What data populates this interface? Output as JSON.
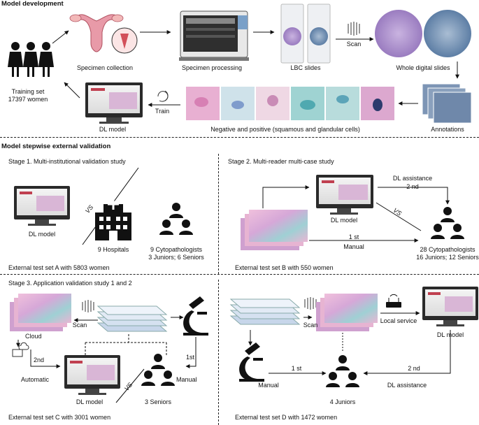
{
  "sections": {
    "model_development": "Model development",
    "stepwise_validation": "Model stepwise external validation"
  },
  "dev": {
    "training_set": "Training set",
    "training_count": "17397 women",
    "specimen_collection": "Specimen collection",
    "specimen_processing": "Specimen processing",
    "lbc_slides": "LBC slides",
    "scan": "Scan",
    "whole_slides": "Whole digital slides",
    "annotations": "Annotations",
    "cells_caption": "Negative and positive (squamous and glandular cells)",
    "train": "Train",
    "dl_model": "DL model"
  },
  "stage1": {
    "title": "Stage 1. Multi-institutional validation study",
    "dl_model": "DL model",
    "vs": "VS",
    "hospitals": "9 Hospitals",
    "cytopathologists": "9 Cytopathologists",
    "breakdown": "3 Juniors; 6 Seniors",
    "test_set": "External test set A with 5803 women"
  },
  "stage2": {
    "title": "Stage 2. Multi-reader multi-case study",
    "dl_model": "DL model",
    "dl_assistance": "DL assistance",
    "second": "2 nd",
    "vs": "VS",
    "first": "1 st",
    "manual": "Manual",
    "cytopathologists": "28 Cytopathologists",
    "breakdown": "16 Juniors; 12 Seniors",
    "test_set": "External test set B with 550 women"
  },
  "stage3": {
    "title": "Stage 3. Application validation study 1 and 2",
    "c": {
      "scan": "Scan",
      "cloud": "Cloud",
      "second": "2nd",
      "automatic": "Automatic",
      "dl_model": "DL model",
      "vs": "VS",
      "first": "1st",
      "manual": "Manual",
      "seniors": "3 Seniors",
      "test_set": "External test set C with 3001 women"
    },
    "d": {
      "scan": "Scan",
      "local_service": "Local service",
      "dl_model": "DL model",
      "first": "1 st",
      "manual": "Manual",
      "second": "2 nd",
      "dl_assistance": "DL assistance",
      "juniors": "4 Juniors",
      "test_set": "External test set D with 1472 women"
    }
  },
  "colors": {
    "purple_slide": "#a88ac8",
    "blue_slide": "#6a86a8",
    "cell_pink": "#e8a0c8",
    "cell_teal": "#5fb8b8",
    "monitor_dark": "#2a2a2a"
  }
}
